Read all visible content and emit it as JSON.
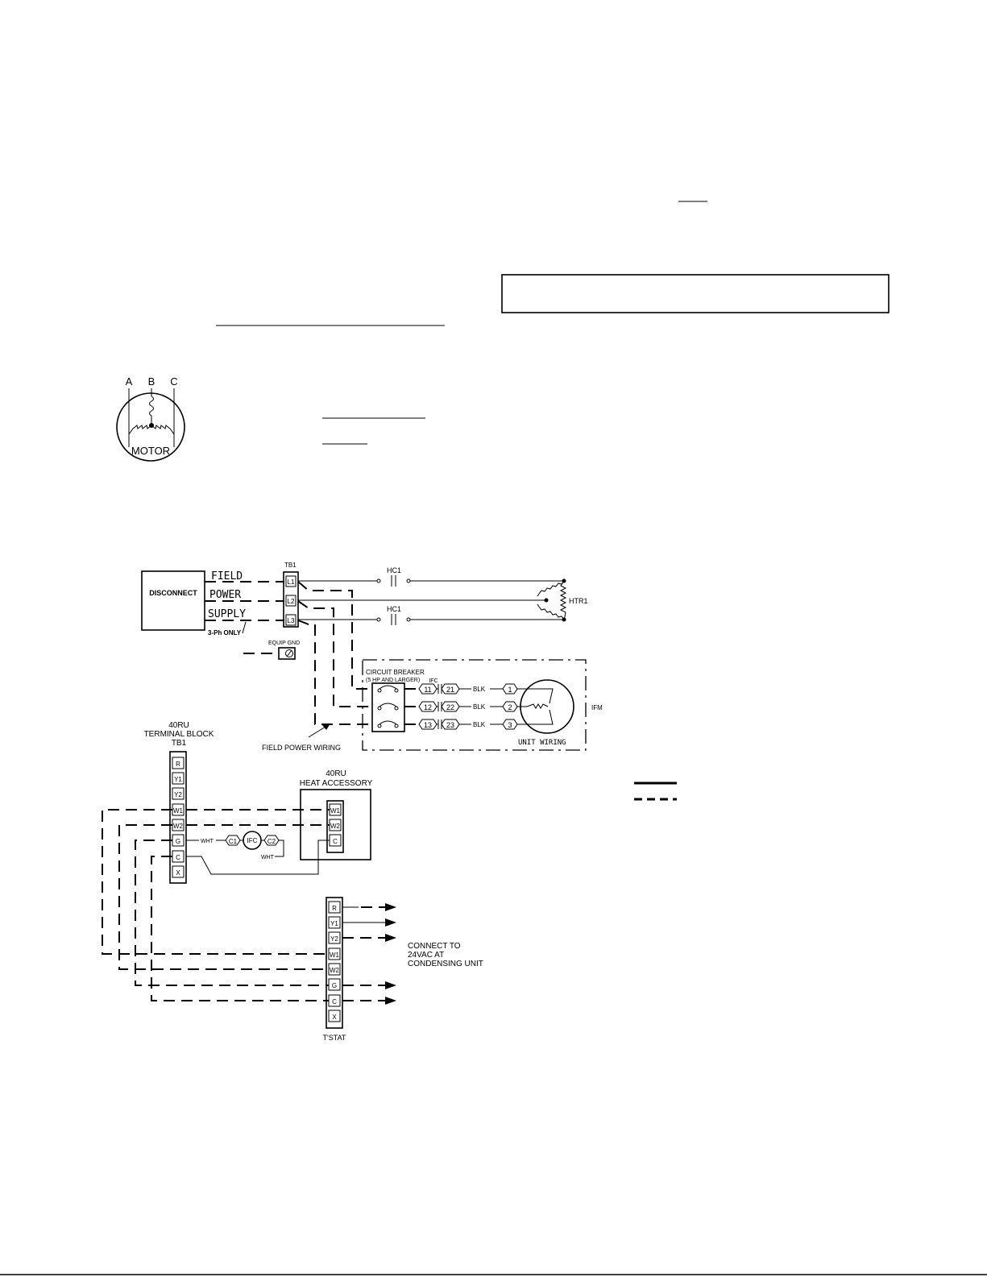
{
  "motor": {
    "label": "MOTOR",
    "terminals": [
      "A",
      "B",
      "C"
    ]
  },
  "power": {
    "disconnect": "DISCONNECT",
    "field": "FIELD",
    "power": "POWER",
    "supply": "SUPPLY",
    "three_phase": "3-Ph ONLY",
    "tb1": "TB1",
    "tb1_terminals": [
      "L1",
      "L2",
      "L3"
    ],
    "hc1_top": "HC1",
    "hc1_bottom": "HC1",
    "htr1": "HTR1",
    "equip_gnd": "EQUIP GND",
    "circuit_breaker": "CIRCUIT BREAKER",
    "cb_note": "(5 HP AND LARGER)",
    "ifc": "IFC",
    "row_a": [
      "11",
      "21"
    ],
    "row_b": [
      "12",
      "22"
    ],
    "row_c": [
      "13",
      "23"
    ],
    "wire_color": "BLK",
    "motor_terms": [
      "1",
      "2",
      "3"
    ],
    "ifm": "IFM",
    "unit_wiring": "UNIT WIRING",
    "field_power_wiring": "FIELD POWER WIRING"
  },
  "control": {
    "tb_title_1": "40RU",
    "tb_title_2": "TERMINAL BLOCK",
    "tb_title_3": "TB1",
    "tb_terminals": [
      "R",
      "Y1",
      "Y2",
      "W1",
      "W2",
      "G",
      "C",
      "X"
    ],
    "wht_1": "WHT",
    "wht_2": "WHT",
    "c1": "C1",
    "ifc": "IFC",
    "c2": "C2",
    "heat_title_1": "40RU",
    "heat_title_2": "HEAT ACCESSORY",
    "heat_terminals": [
      "W1",
      "W2",
      "C"
    ],
    "tstat_terminals": [
      "R",
      "Y1",
      "Y2",
      "W1",
      "W2",
      "G",
      "C",
      "X"
    ],
    "tstat_label": "T'STAT",
    "connect_1": "CONNECT TO",
    "connect_2": "24VAC AT",
    "connect_3": "CONDENSING UNIT"
  }
}
